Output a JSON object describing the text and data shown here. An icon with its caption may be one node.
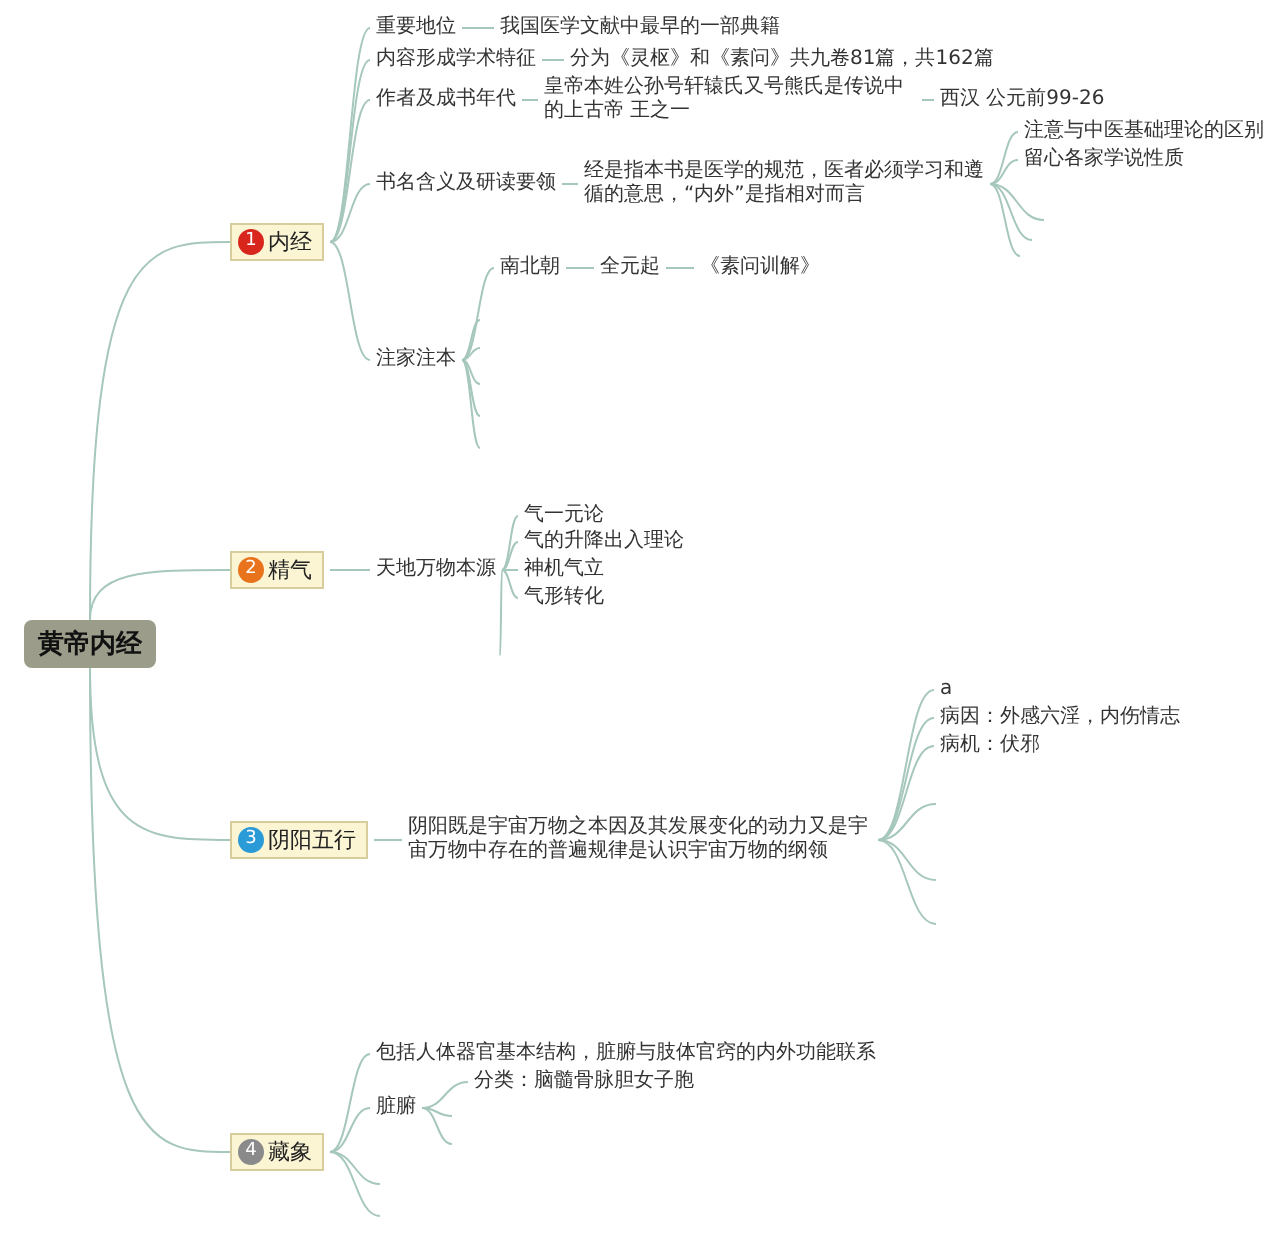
{
  "diagram": {
    "nodes": [
      {
        "text": [
          "黄帝内经"
        ]
      },
      {
        "text": [
          "1",
          "内经"
        ]
      },
      {
        "text": [
          "重要地位"
        ]
      },
      {
        "text": [
          "我国医学文献中最早的一部典籍"
        ]
      },
      {
        "text": [
          "内容形成学术特征"
        ]
      },
      {
        "text": [
          "分为《灵枢》和《素问》共九卷81篇，共162篇"
        ]
      },
      {
        "text": [
          "作者及成书年代"
        ]
      },
      {
        "text": [
          "皇帝本姓公孙号轩辕氏又号熊氏是传说中的上古帝 王之一"
        ]
      },
      {
        "text": [
          "西汉 公元前99-26"
        ]
      },
      {
        "text": [
          "书名含义及研读要领"
        ]
      },
      {
        "text": [
          "经是指本书是医学的规范，医者必须学习和遵循的意思，“内外”是指相对而言"
        ]
      },
      {
        "text": [
          "注意与中医基础理论的区别"
        ]
      },
      {
        "text": [
          "留心各家学说性质"
        ]
      },
      {
        "text": [
          "注家注本"
        ]
      },
      {
        "text": [
          "南北朝"
        ]
      },
      {
        "text": [
          "全元起"
        ]
      },
      {
        "text": [
          "《素问训解》"
        ]
      },
      {
        "text": [
          "2",
          "精气"
        ]
      },
      {
        "text": [
          "天地万物本源"
        ]
      },
      {
        "text": [
          "气一元论"
        ]
      },
      {
        "text": [
          "气的升降出入理论"
        ]
      },
      {
        "text": [
          "神机气立"
        ]
      },
      {
        "text": [
          "气形转化"
        ]
      },
      {
        "text": [
          "3",
          "阴阳五行"
        ]
      },
      {
        "text": [
          "阴阳既是宇宙万物之本因及其发展变化的动力又是宇宙万物中存在的普遍规律是认识宇宙万物的纲领"
        ]
      },
      {
        "text": [
          "a"
        ]
      },
      {
        "text": [
          "病因：外感六淫，内伤情志"
        ]
      },
      {
        "text": [
          "病机：伏邪"
        ]
      },
      {
        "text": [
          "4",
          "藏象"
        ]
      },
      {
        "text": [
          "包括人体器官基本结构，脏腑与肢体官窍的内外功能联系"
        ]
      },
      {
        "text": [
          "脏腑"
        ]
      },
      {
        "text": [
          "分类：脑髓骨脉胆女子胞"
        ]
      }
    ],
    "edges": [
      {
        "from": 0,
        "to": 1,
        "arrow": "none"
      },
      {
        "from": 0,
        "to": 17,
        "arrow": "none"
      },
      {
        "from": 0,
        "to": 23,
        "arrow": "none"
      },
      {
        "from": 0,
        "to": 28,
        "arrow": "none"
      },
      {
        "from": 1,
        "to": 2,
        "arrow": "none"
      },
      {
        "from": 2,
        "to": 3,
        "arrow": "none"
      },
      {
        "from": 1,
        "to": 4,
        "arrow": "none"
      },
      {
        "from": 4,
        "to": 5,
        "arrow": "none"
      },
      {
        "from": 1,
        "to": 6,
        "arrow": "none"
      },
      {
        "from": 6,
        "to": 7,
        "arrow": "none"
      },
      {
        "from": 7,
        "to": 8,
        "arrow": "none"
      },
      {
        "from": 1,
        "to": 9,
        "arrow": "none"
      },
      {
        "from": 9,
        "to": 10,
        "arrow": "none"
      },
      {
        "from": 10,
        "to": 11,
        "arrow": "none"
      },
      {
        "from": 10,
        "to": 12,
        "arrow": "none"
      },
      {
        "from": 10,
        "to": null,
        "arrow": "none"
      },
      {
        "from": 10,
        "to": null,
        "arrow": "none"
      },
      {
        "from": 10,
        "to": null,
        "arrow": "none"
      },
      {
        "from": 1,
        "to": 13,
        "arrow": "none"
      },
      {
        "from": 13,
        "to": 14,
        "arrow": "none"
      },
      {
        "from": 14,
        "to": 15,
        "arrow": "none"
      },
      {
        "from": 15,
        "to": 16,
        "arrow": "none"
      },
      {
        "from": 13,
        "to": null,
        "arrow": "none"
      },
      {
        "from": 13,
        "to": null,
        "arrow": "none"
      },
      {
        "from": 13,
        "to": null,
        "arrow": "none"
      },
      {
        "from": 13,
        "to": null,
        "arrow": "none"
      },
      {
        "from": 13,
        "to": null,
        "arrow": "none"
      },
      {
        "from": 17,
        "to": 18,
        "arrow": "none"
      },
      {
        "from": 18,
        "to": 19,
        "arrow": "none"
      },
      {
        "from": 18,
        "to": 20,
        "arrow": "none"
      },
      {
        "from": 18,
        "to": 21,
        "arrow": "none"
      },
      {
        "from": 18,
        "to": 22,
        "arrow": "none"
      },
      {
        "from": 18,
        "to": null,
        "arrow": "none"
      },
      {
        "from": 23,
        "to": 24,
        "arrow": "none"
      },
      {
        "from": 24,
        "to": 25,
        "arrow": "none"
      },
      {
        "from": 24,
        "to": 26,
        "arrow": "none"
      },
      {
        "from": 24,
        "to": 27,
        "arrow": "none"
      },
      {
        "from": 24,
        "to": null,
        "arrow": "none"
      },
      {
        "from": 24,
        "to": null,
        "arrow": "none"
      },
      {
        "from": 24,
        "to": null,
        "arrow": "none"
      },
      {
        "from": 28,
        "to": 29,
        "arrow": "none"
      },
      {
        "from": 28,
        "to": 30,
        "arrow": "none"
      },
      {
        "from": 30,
        "to": 31,
        "arrow": "none"
      },
      {
        "from": 30,
        "to": null,
        "arrow": "none"
      },
      {
        "from": 30,
        "to": null,
        "arrow": "none"
      },
      {
        "from": 28,
        "to": null,
        "arrow": "none"
      },
      {
        "from": 28,
        "to": null,
        "arrow": "none"
      }
    ]
  }
}
